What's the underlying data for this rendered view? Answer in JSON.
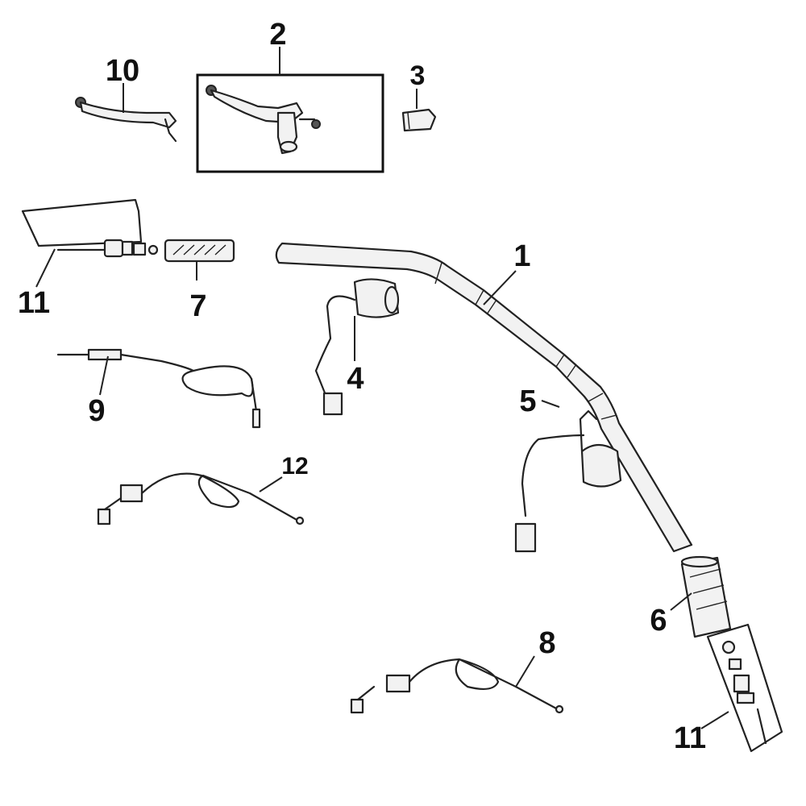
{
  "diagram": {
    "callouts": [
      "1",
      "2",
      "3",
      "4",
      "5",
      "6",
      "7",
      "8",
      "9",
      "10",
      "11",
      "11",
      "12"
    ]
  }
}
